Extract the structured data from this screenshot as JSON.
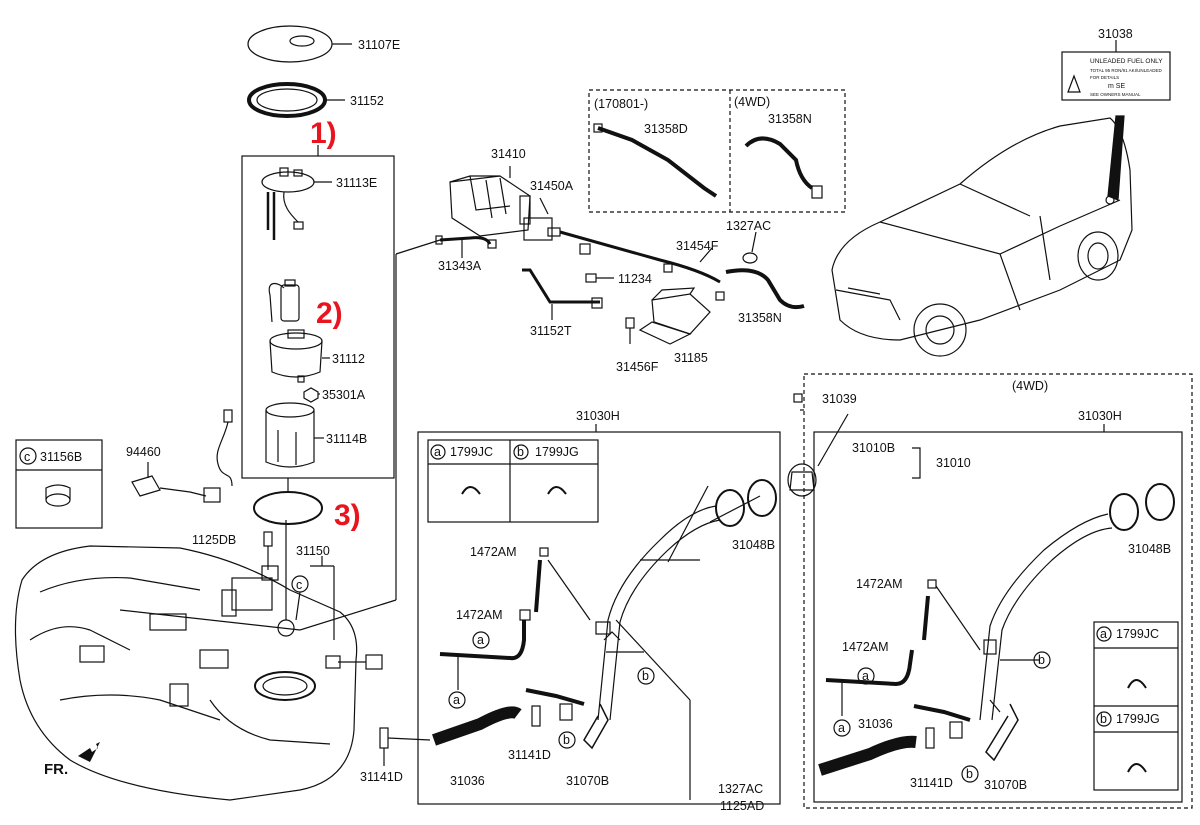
{
  "parts": {
    "p31107E": "31107E",
    "p31152": "31152",
    "p31113E": "31113E",
    "p31112": "31112",
    "p35301A": "35301A",
    "p31114B": "31114B",
    "p31150": "31150",
    "p1125DB": "1125DB",
    "p94460": "94460",
    "p31156B": "31156B",
    "p31410": "31410",
    "p31450A": "31450A",
    "p31343A": "31343A",
    "p11234": "11234",
    "p31152T": "31152T",
    "p31454F": "31454F",
    "p1327AC": "1327AC",
    "p31358D": "31358D",
    "p31358N": "31358N",
    "p31456F": "31456F",
    "p31185": "31185",
    "p31038": "31038",
    "p31039": "31039",
    "p31010B": "31010B",
    "p31010": "31010",
    "p31030H": "31030H",
    "p31048B": "31048B",
    "p1799JC": "1799JC",
    "p1799JG": "1799JG",
    "p1472AM": "1472AM",
    "p31036": "31036",
    "p31141D": "31141D",
    "p31070B": "31070B",
    "p1125AD": "1125AD"
  },
  "callouts": {
    "one": "1)",
    "two": "2)",
    "three": "3)"
  },
  "badges": {
    "a": "a",
    "b": "b",
    "c": "c"
  },
  "variants": {
    "v170801": "(170801-)",
    "v4wd": "(4WD)"
  },
  "direction": "FR.",
  "fuel_label": {
    "title": "UNLEADED FUEL ONLY",
    "lines": [
      "TOTAL 95 RON/91 AKI/UNLEADED",
      "FOR DETAILS",
      "SEE OWNERS MANUAL"
    ],
    "unit": "m SE"
  },
  "colors": {
    "callout": "#e8141e",
    "line": "#111111"
  }
}
